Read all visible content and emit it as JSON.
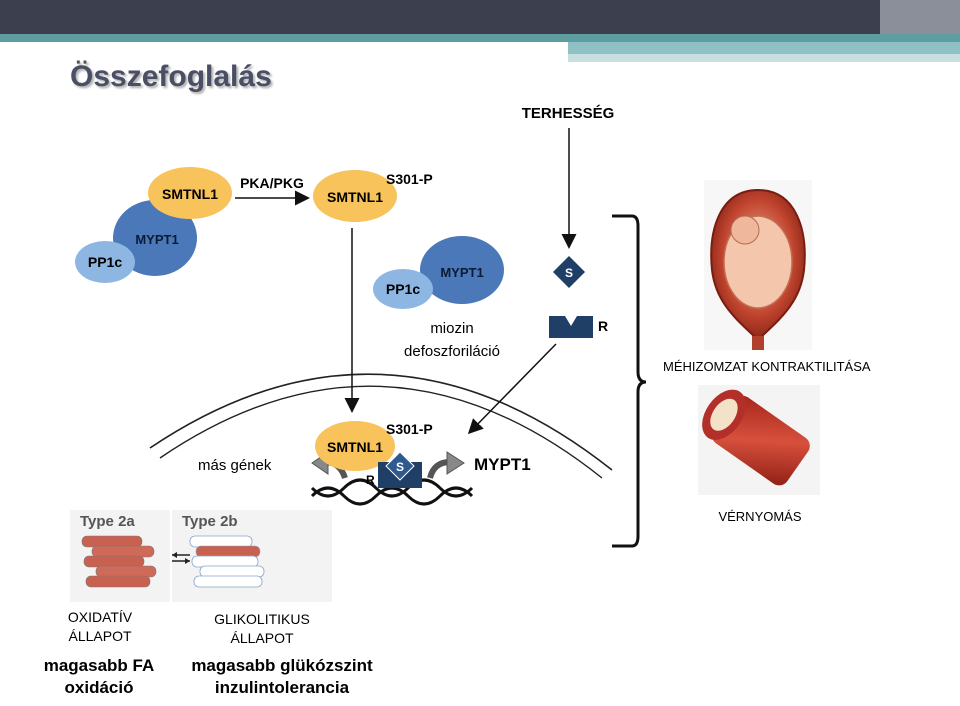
{
  "slide": {
    "title": "Összefoglalás"
  },
  "diagram": {
    "pregnancy": "TERHESSÉG",
    "smtnl1": "SMTNL1",
    "mypt1": "MYPT1",
    "pp1c": "PP1c",
    "kinase": "PKA/PKG",
    "phospho_site": "S301-P",
    "myosin_line1": "miozin",
    "myosin_line2": "defoszforiláció",
    "other_genes": "más gének",
    "gene_mypt1": "MYPT1",
    "s_symbol": "S",
    "r_symbol": "R",
    "uterus_label": "MÉHIZOMZAT KONTRAKTILITÁSA",
    "blood_pressure_label": "VÉRNYOMÁS",
    "type2a": "Type 2a",
    "type2b": "Type 2b",
    "oxidative_line1": "OXIDATÍV",
    "oxidative_line2": "ÁLLAPOT",
    "glycolytic_line1": "GLIKOLITIKUS",
    "glycolytic_line2": "ÁLLAPOT",
    "fa_line1": "magasabb FA",
    "fa_line2": "oxidáció",
    "glucose_line1": "magasabb glükózszint",
    "glucose_line2": "inzulintolerancia"
  },
  "colors": {
    "smtnl1": "#f7c35a",
    "mypt1": "#4a78b8",
    "pp1c": "#8eb6e2",
    "receptor": "#1f3f66",
    "fiber_red": "#c8614f",
    "title": "#4a4f66"
  }
}
